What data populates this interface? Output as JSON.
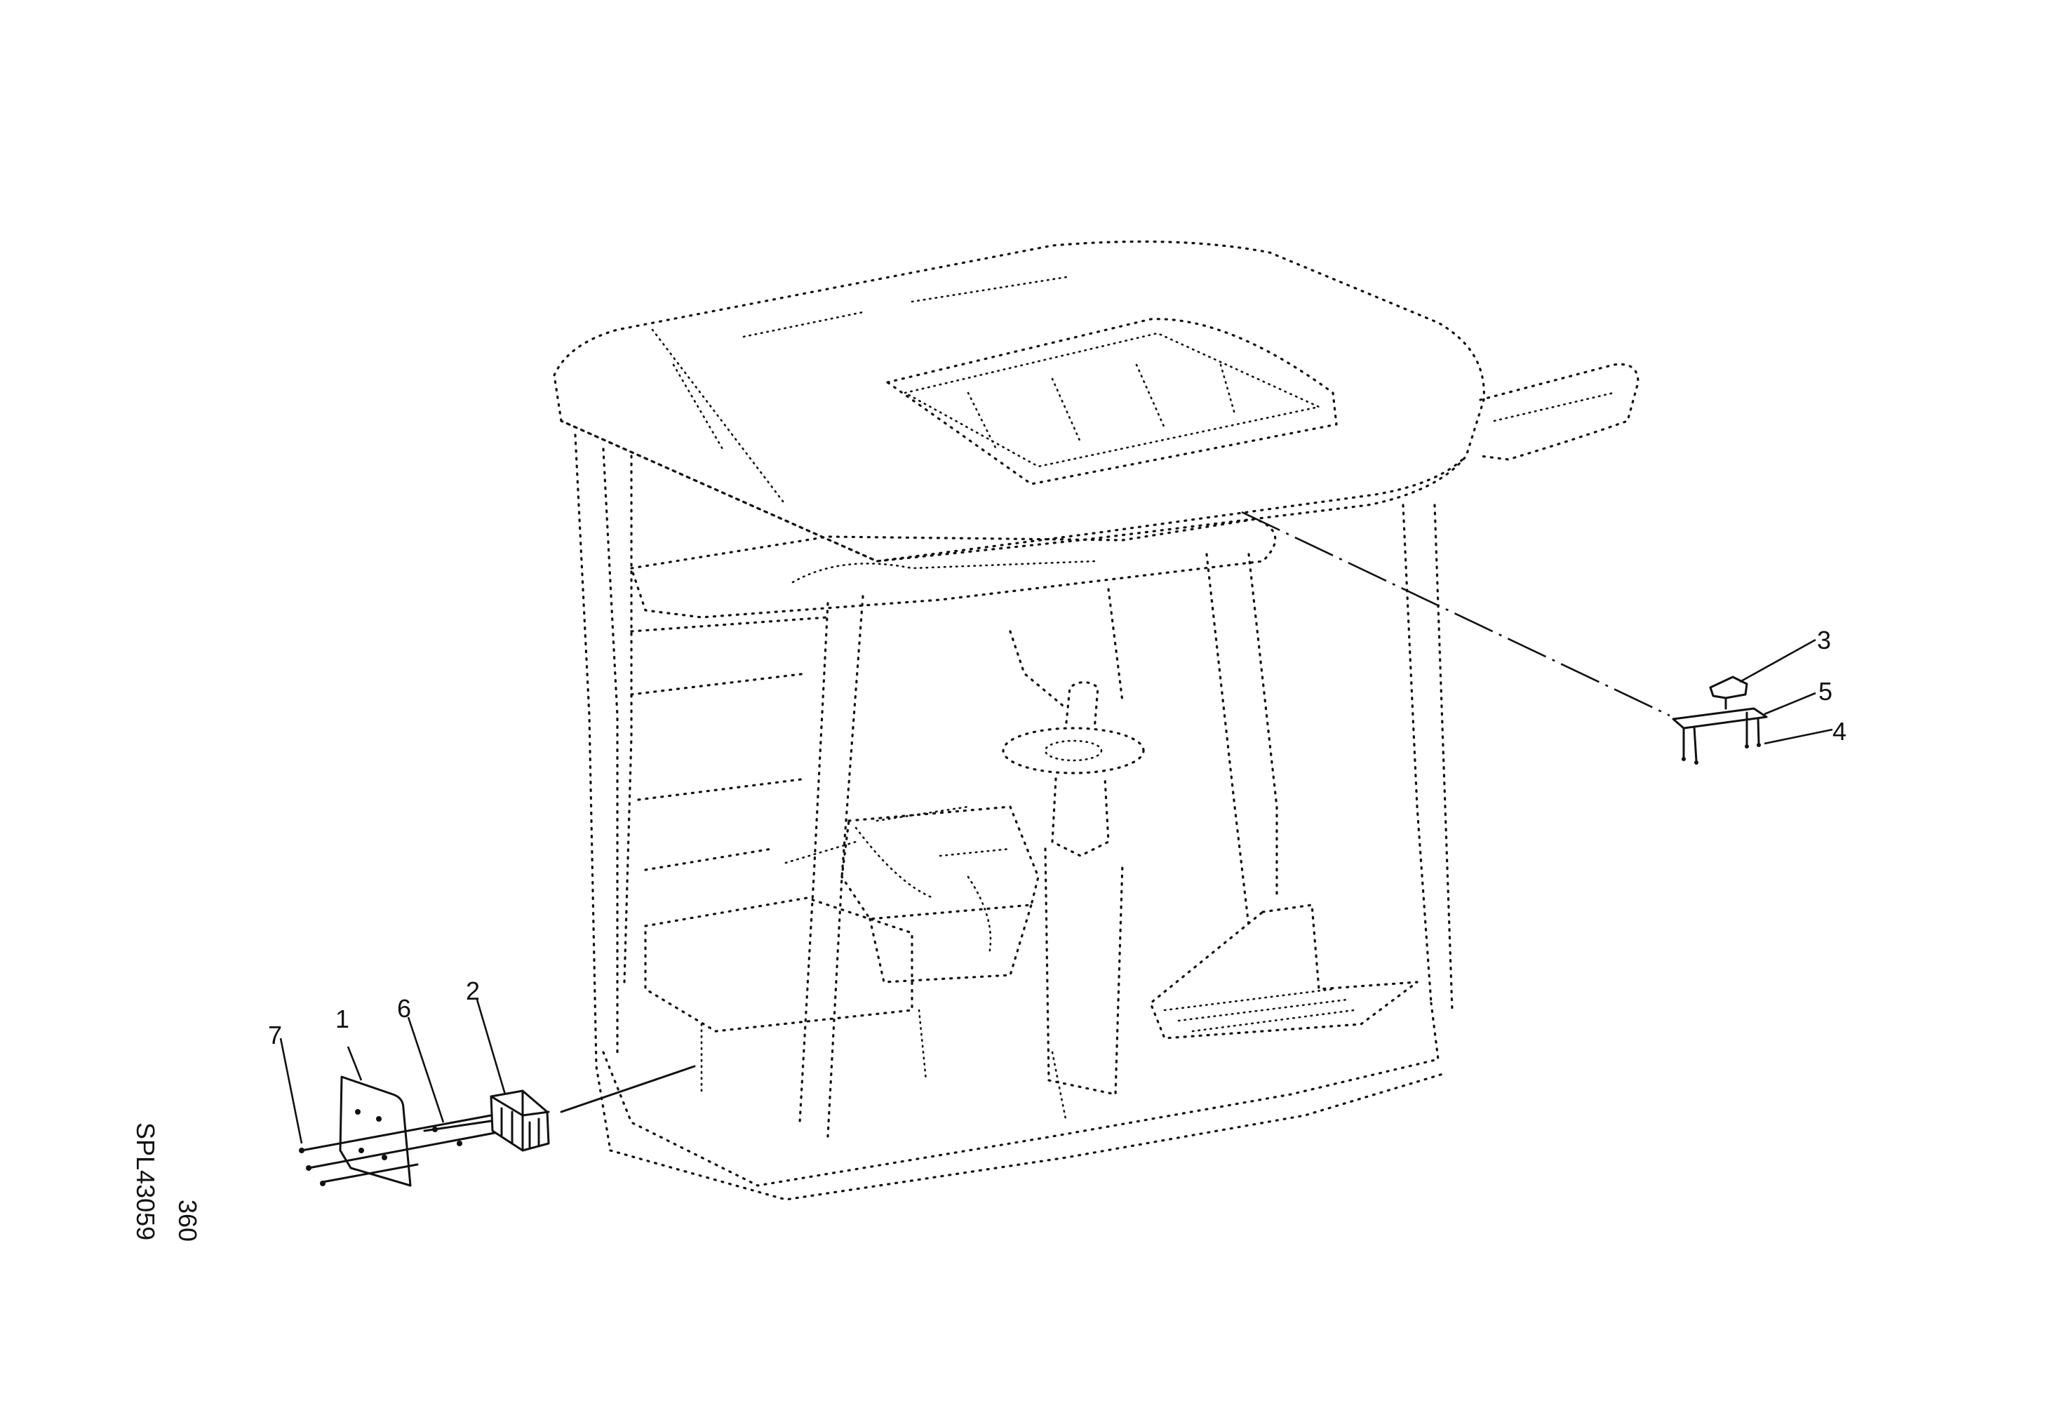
{
  "callouts": {
    "c1": "1",
    "c2": "2",
    "c3": "3",
    "c4": "4",
    "c5": "5",
    "c6": "6",
    "c7": "7"
  },
  "reference": {
    "page": "360",
    "code": "SPL43059"
  }
}
